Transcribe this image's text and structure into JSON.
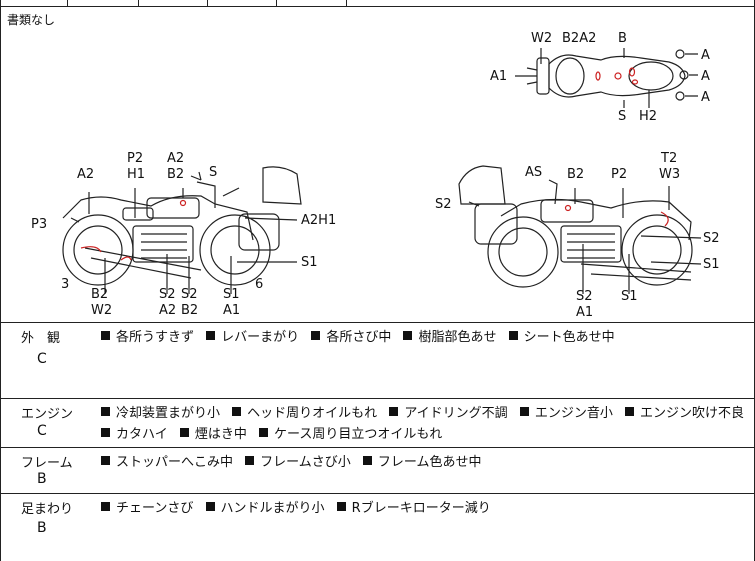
{
  "document": {
    "note": "書類なし",
    "diagram_labels": {
      "top_view": [
        "W2",
        "B2A2",
        "B",
        "A1",
        "A",
        "A",
        "A",
        "S",
        "H2"
      ],
      "left_view": [
        "P2",
        "H1",
        "A2",
        "B2",
        "S",
        "A2",
        "P3",
        "A2H1",
        "S1",
        "3",
        "6",
        "B2",
        "W2",
        "S2",
        "A2",
        "S2",
        "B2",
        "S1",
        "A1"
      ],
      "right_view": [
        "AS",
        "B2",
        "P2",
        "T2",
        "W3",
        "S2",
        "S2",
        "S1",
        "S2",
        "A1",
        "S1"
      ]
    },
    "sections": [
      {
        "label": "外　観",
        "grade": "C",
        "items": [
          "各所うすきず",
          "レバーまがり",
          "各所さび中",
          "樹脂部色あせ",
          "シート色あせ中"
        ]
      },
      {
        "label": "エンジン",
        "grade": "C",
        "items": [
          "冷却装置まがり小",
          "ヘッド周りオイルもれ",
          "アイドリング不調",
          "エンジン音小",
          "エンジン吹け不良",
          "カタハイ",
          "煙はき中",
          "ケース周り目立つオイルもれ"
        ]
      },
      {
        "label": "フレーム",
        "grade": "B",
        "items": [
          "ストッパーへこみ中",
          "フレームさび小",
          "フレーム色あせ中"
        ]
      },
      {
        "label": "足まわり",
        "grade": "B",
        "items": [
          "チェーンさび",
          "ハンドルまがり小",
          "Rブレーキローター減り"
        ]
      }
    ]
  }
}
